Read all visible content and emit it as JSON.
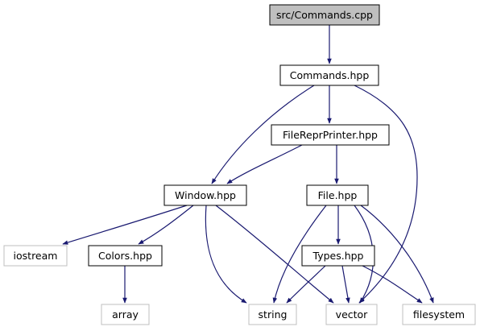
{
  "graph": {
    "nodes": [
      {
        "id": "commands_cpp",
        "label": "src/Commands.cpp",
        "style": "root"
      },
      {
        "id": "commands_hpp",
        "label": "Commands.hpp",
        "style": "internal"
      },
      {
        "id": "filereprprinter_hpp",
        "label": "FileReprPrinter.hpp",
        "style": "internal"
      },
      {
        "id": "window_hpp",
        "label": "Window.hpp",
        "style": "internal"
      },
      {
        "id": "file_hpp",
        "label": "File.hpp",
        "style": "internal"
      },
      {
        "id": "iostream",
        "label": "iostream",
        "style": "external"
      },
      {
        "id": "colors_hpp",
        "label": "Colors.hpp",
        "style": "internal"
      },
      {
        "id": "types_hpp",
        "label": "Types.hpp",
        "style": "internal"
      },
      {
        "id": "array",
        "label": "array",
        "style": "external"
      },
      {
        "id": "string",
        "label": "string",
        "style": "external"
      },
      {
        "id": "vector",
        "label": "vector",
        "style": "external"
      },
      {
        "id": "filesystem",
        "label": "filesystem",
        "style": "external"
      }
    ],
    "edges": [
      {
        "from": "commands_cpp",
        "to": "commands_hpp"
      },
      {
        "from": "commands_hpp",
        "to": "window_hpp"
      },
      {
        "from": "commands_hpp",
        "to": "filereprprinter_hpp"
      },
      {
        "from": "commands_hpp",
        "to": "vector"
      },
      {
        "from": "filereprprinter_hpp",
        "to": "window_hpp"
      },
      {
        "from": "filereprprinter_hpp",
        "to": "file_hpp"
      },
      {
        "from": "window_hpp",
        "to": "iostream"
      },
      {
        "from": "window_hpp",
        "to": "colors_hpp"
      },
      {
        "from": "window_hpp",
        "to": "string"
      },
      {
        "from": "window_hpp",
        "to": "vector"
      },
      {
        "from": "file_hpp",
        "to": "types_hpp"
      },
      {
        "from": "file_hpp",
        "to": "string"
      },
      {
        "from": "file_hpp",
        "to": "vector"
      },
      {
        "from": "file_hpp",
        "to": "filesystem"
      },
      {
        "from": "colors_hpp",
        "to": "array"
      },
      {
        "from": "types_hpp",
        "to": "string"
      },
      {
        "from": "types_hpp",
        "to": "vector"
      },
      {
        "from": "types_hpp",
        "to": "filesystem"
      }
    ]
  },
  "colors": {
    "edge": "#191970",
    "root_fill": "#bfbfbf",
    "internal_border": "#000000",
    "external_border": "#bfbfbf",
    "text": "#000000"
  }
}
